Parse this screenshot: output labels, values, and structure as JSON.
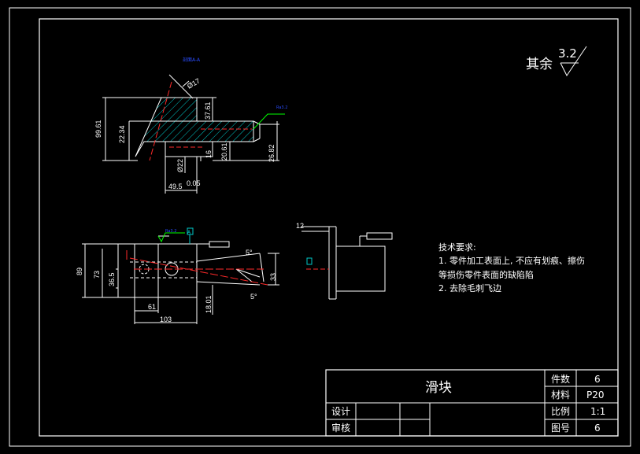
{
  "surface_finish": {
    "prefix": "其余",
    "value": "3.2"
  },
  "section_label": "剖面A-A",
  "dims_top": {
    "dia17": "Ø17",
    "d9961": "99.61",
    "d2234": "22.34",
    "d3761": "37.61",
    "d2061": "20.61",
    "d2682": "26.82",
    "d16": "16",
    "dia22": "Ø22",
    "d495": "49.5",
    "d495_tol": "0.05",
    "ra": "Ra3.2"
  },
  "dims_front": {
    "d89": "89",
    "d73": "73",
    "d365": "36.5",
    "d61": "61",
    "d103": "103",
    "d1801": "18.01",
    "d33": "33",
    "a5a": "5°",
    "a5b": "5°",
    "ra": "Ra3.2",
    "datum": "A"
  },
  "dims_side": {
    "d12": "12"
  },
  "tech_req": {
    "title": "技术要求:",
    "line1": "1. 零件加工表面上, 不应有划痕、擦伤",
    "line2": "等损伤零件表面的缺陷陷",
    "line3": "2. 去除毛刺飞边"
  },
  "title_block": {
    "part_name": "滑块",
    "design": "设计",
    "review": "审核",
    "qty_label": "件数",
    "qty_value": "6",
    "material_label": "材料",
    "material_value": "P20",
    "scale_label": "比例",
    "scale_value": "1:1",
    "drawing_no_label": "图号",
    "drawing_no_value": "6"
  },
  "colors": {
    "background": "#000000",
    "line": "#ffffff",
    "center_line": "#ff2a2a",
    "hatch": "#00c8c8",
    "annotation": "#2a4dff",
    "leader": "#00ff00"
  }
}
